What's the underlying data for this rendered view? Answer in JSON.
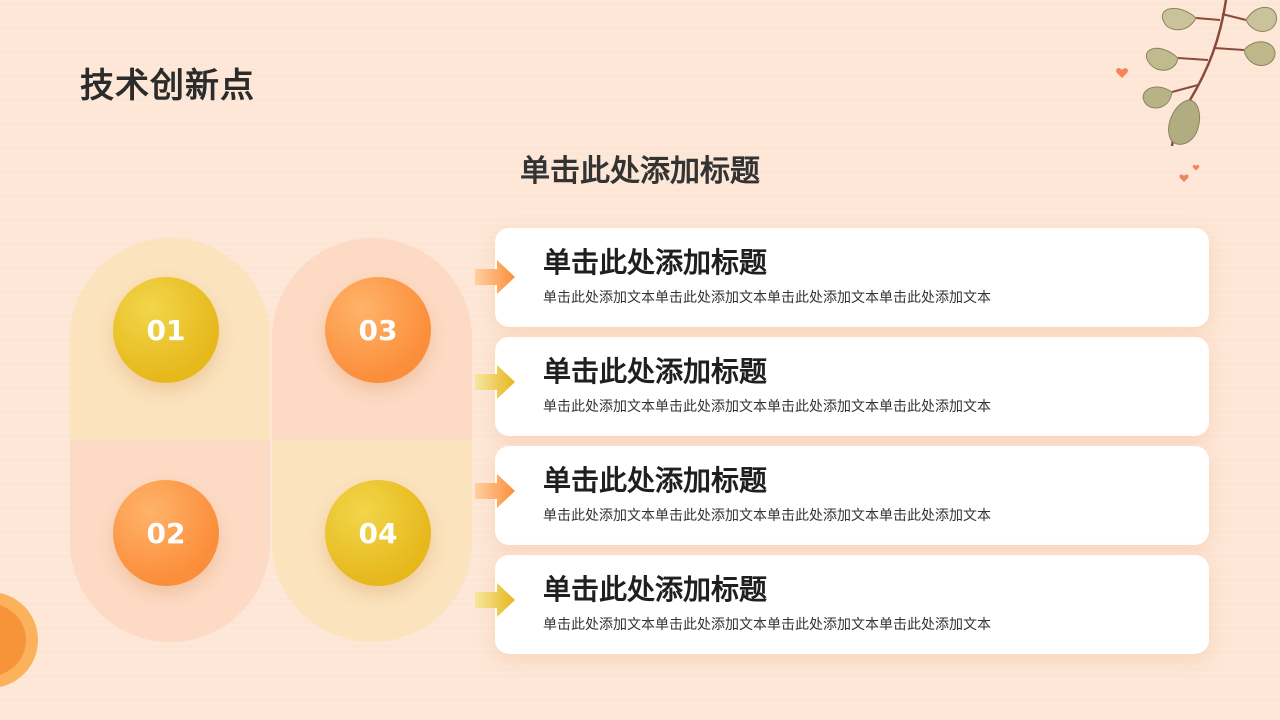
{
  "page_title": "技术创新点",
  "section_title": "单击此处添加标题",
  "colors": {
    "background": "#fde6d5",
    "yellow": "#e6b81c",
    "orange": "#fb8e3a"
  },
  "badges": [
    "01",
    "02",
    "03",
    "04"
  ],
  "cards": [
    {
      "title": "单击此处添加标题",
      "text": "单击此处添加文本单击此处添加文本单击此处添加文本单击此处添加文本"
    },
    {
      "title": "单击此处添加标题",
      "text": "单击此处添加文本单击此处添加文本单击此处添加文本单击此处添加文本"
    },
    {
      "title": "单击此处添加标题",
      "text": "单击此处添加文本单击此处添加文本单击此处添加文本单击此处添加文本"
    },
    {
      "title": "单击此处添加标题",
      "text": "单击此处添加文本单击此处添加文本单击此处添加文本单击此处添加文本"
    }
  ],
  "icons": {
    "decoration": "ginkgo-leaf-branch",
    "corner": "circle-shape",
    "card_pointer": "arrow-right-icon"
  }
}
